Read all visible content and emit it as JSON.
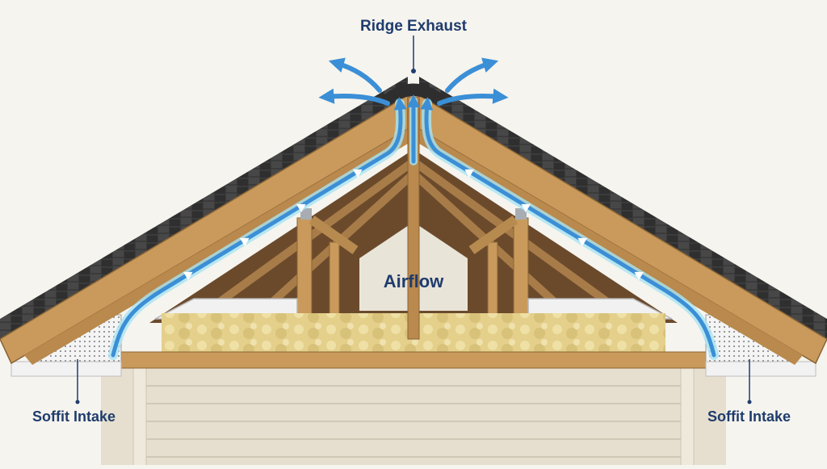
{
  "labels": {
    "ridge_exhaust": "Ridge Exhaust",
    "airflow": "Airflow",
    "soffit_intake_left": "Soffit Intake",
    "soffit_intake_right": "Soffit Intake"
  },
  "colors": {
    "background": "#f6f4ee",
    "label_text": "#1f3c6d",
    "airflow_arrow": "#3b8fd6",
    "airflow_glow": "#a9e3f2",
    "shingle": "#3b3b3b",
    "wood": "#c99a5b",
    "insulation": "#e4d08a",
    "siding": "#e6dfcf",
    "vent": "#f4f4f4"
  },
  "icons": {
    "exhaust_arrows": "curved-arrow-icon",
    "flow_chevrons": "chevron-up-icon"
  }
}
